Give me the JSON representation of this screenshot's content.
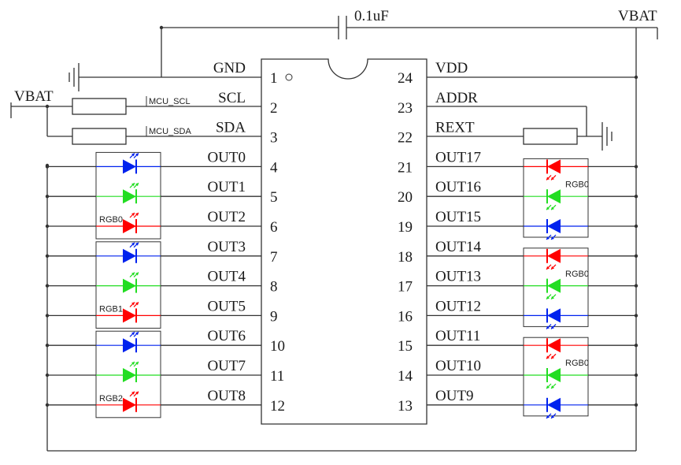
{
  "capacitor_label": "0.1uF",
  "vbat_top": "VBAT",
  "vbat_left": "VBAT",
  "left_pins": [
    {
      "num": "1",
      "name": "GND"
    },
    {
      "num": "2",
      "name": "SCL"
    },
    {
      "num": "3",
      "name": "SDA"
    },
    {
      "num": "4",
      "name": "OUT0"
    },
    {
      "num": "5",
      "name": "OUT1"
    },
    {
      "num": "6",
      "name": "OUT2"
    },
    {
      "num": "7",
      "name": "OUT3"
    },
    {
      "num": "8",
      "name": "OUT4"
    },
    {
      "num": "9",
      "name": "OUT5"
    },
    {
      "num": "10",
      "name": "OUT6"
    },
    {
      "num": "11",
      "name": "OUT7"
    },
    {
      "num": "12",
      "name": "OUT8"
    }
  ],
  "right_pins": [
    {
      "num": "24",
      "name": "VDD"
    },
    {
      "num": "23",
      "name": "ADDR"
    },
    {
      "num": "22",
      "name": "REXT"
    },
    {
      "num": "21",
      "name": "OUT17"
    },
    {
      "num": "20",
      "name": "OUT16"
    },
    {
      "num": "19",
      "name": "OUT15"
    },
    {
      "num": "18",
      "name": "OUT14"
    },
    {
      "num": "17",
      "name": "OUT13"
    },
    {
      "num": "16",
      "name": "OUT12"
    },
    {
      "num": "15",
      "name": "OUT11"
    },
    {
      "num": "14",
      "name": "OUT10"
    },
    {
      "num": "13",
      "name": "OUT9"
    }
  ],
  "net_labels": {
    "scl": "MCU_SCL",
    "sda": "MCU_SDA"
  },
  "left_groups": [
    {
      "label": "RGB0",
      "colors": [
        "blue",
        "green",
        "red"
      ]
    },
    {
      "label": "RGB1",
      "colors": [
        "blue",
        "green",
        "red"
      ]
    },
    {
      "label": "RGB2",
      "colors": [
        "blue",
        "green",
        "red"
      ]
    }
  ],
  "right_groups": [
    {
      "label": "RGB0",
      "colors": [
        "red",
        "green",
        "blue"
      ]
    },
    {
      "label": "RGB0",
      "colors": [
        "red",
        "green",
        "blue"
      ]
    },
    {
      "label": "RGB0",
      "colors": [
        "red",
        "green",
        "blue"
      ]
    }
  ],
  "led_colors": {
    "red": "#ff0000",
    "green": "#22dd22",
    "blue": "#0022ee"
  }
}
